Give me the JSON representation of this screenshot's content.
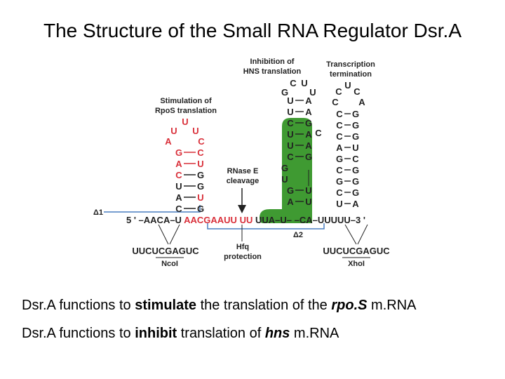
{
  "title": "The Structure of the Small RNA Regulator Dsr.A",
  "diagram": {
    "labels": {
      "hns_inhibition": [
        "Inhibition of",
        "HNS translation"
      ],
      "transcription_termination": [
        "Transcription",
        "termination"
      ],
      "rpos_stimulation": [
        "Stimulation of",
        "RpoS translation"
      ],
      "rnase": [
        "RNase E",
        "cleavage"
      ],
      "hfq": [
        "Hfq",
        "protection"
      ],
      "delta1": "Δ1",
      "delta2": "Δ2",
      "ncol_seq": "UUCUCGAGUC",
      "ncol_name": "NcoI",
      "xhol_seq": "UUCUCGAGUC",
      "xhol_name": "XhoI"
    },
    "sequence": {
      "five_prime": "5 ' –AACA–U",
      "red_part": "AACGAAUU",
      "green_part": "UU",
      "after_green": "UUA–U– –CA–UUUUU–3 '"
    },
    "stem1": {
      "loop": [
        "U",
        "U",
        "U",
        "A",
        "C"
      ],
      "left": [
        "G",
        "A",
        "C",
        "U",
        "A",
        "C"
      ],
      "right": [
        "C",
        "U",
        "G",
        "G",
        "U",
        "G"
      ]
    },
    "stem2": {
      "loop": [
        "C",
        "U",
        "G",
        "U"
      ],
      "left": [
        "U",
        "U",
        "C",
        "U",
        "U",
        "C",
        "G",
        "U",
        "G",
        "A"
      ],
      "right": [
        "A",
        "A",
        "G",
        "A",
        "A",
        "G",
        "",
        "",
        "U",
        "U"
      ],
      "bulge": "C"
    },
    "stem3": {
      "loop": [
        "U",
        "C",
        "C",
        "C",
        "A"
      ],
      "left": [
        "C",
        "C",
        "C",
        "A",
        "G",
        "C",
        "G",
        "C",
        "U"
      ],
      "right": [
        "G",
        "G",
        "G",
        "U",
        "C",
        "G",
        "G",
        "G",
        "A"
      ]
    },
    "colors": {
      "red": "#d9303a",
      "green": "#3f9a32",
      "blue": "#4a7fc0",
      "text": "#222222"
    }
  },
  "bullets": [
    {
      "parts": [
        {
          "text": "Dsr.A functions to ",
          "style": "normal"
        },
        {
          "text": "stimulate",
          "style": "bold"
        },
        {
          "text": " the translation of the ",
          "style": "normal"
        },
        {
          "text": "rpo.S",
          "style": "bolditalic"
        },
        {
          "text": " m.RNA",
          "style": "normal"
        }
      ]
    },
    {
      "parts": [
        {
          "text": "Dsr.A functions to ",
          "style": "normal"
        },
        {
          "text": "inhibit",
          "style": "bold"
        },
        {
          "text": " translation of ",
          "style": "normal"
        },
        {
          "text": "hns",
          "style": "bolditalic"
        },
        {
          "text": " m.RNA",
          "style": "normal"
        }
      ]
    }
  ]
}
